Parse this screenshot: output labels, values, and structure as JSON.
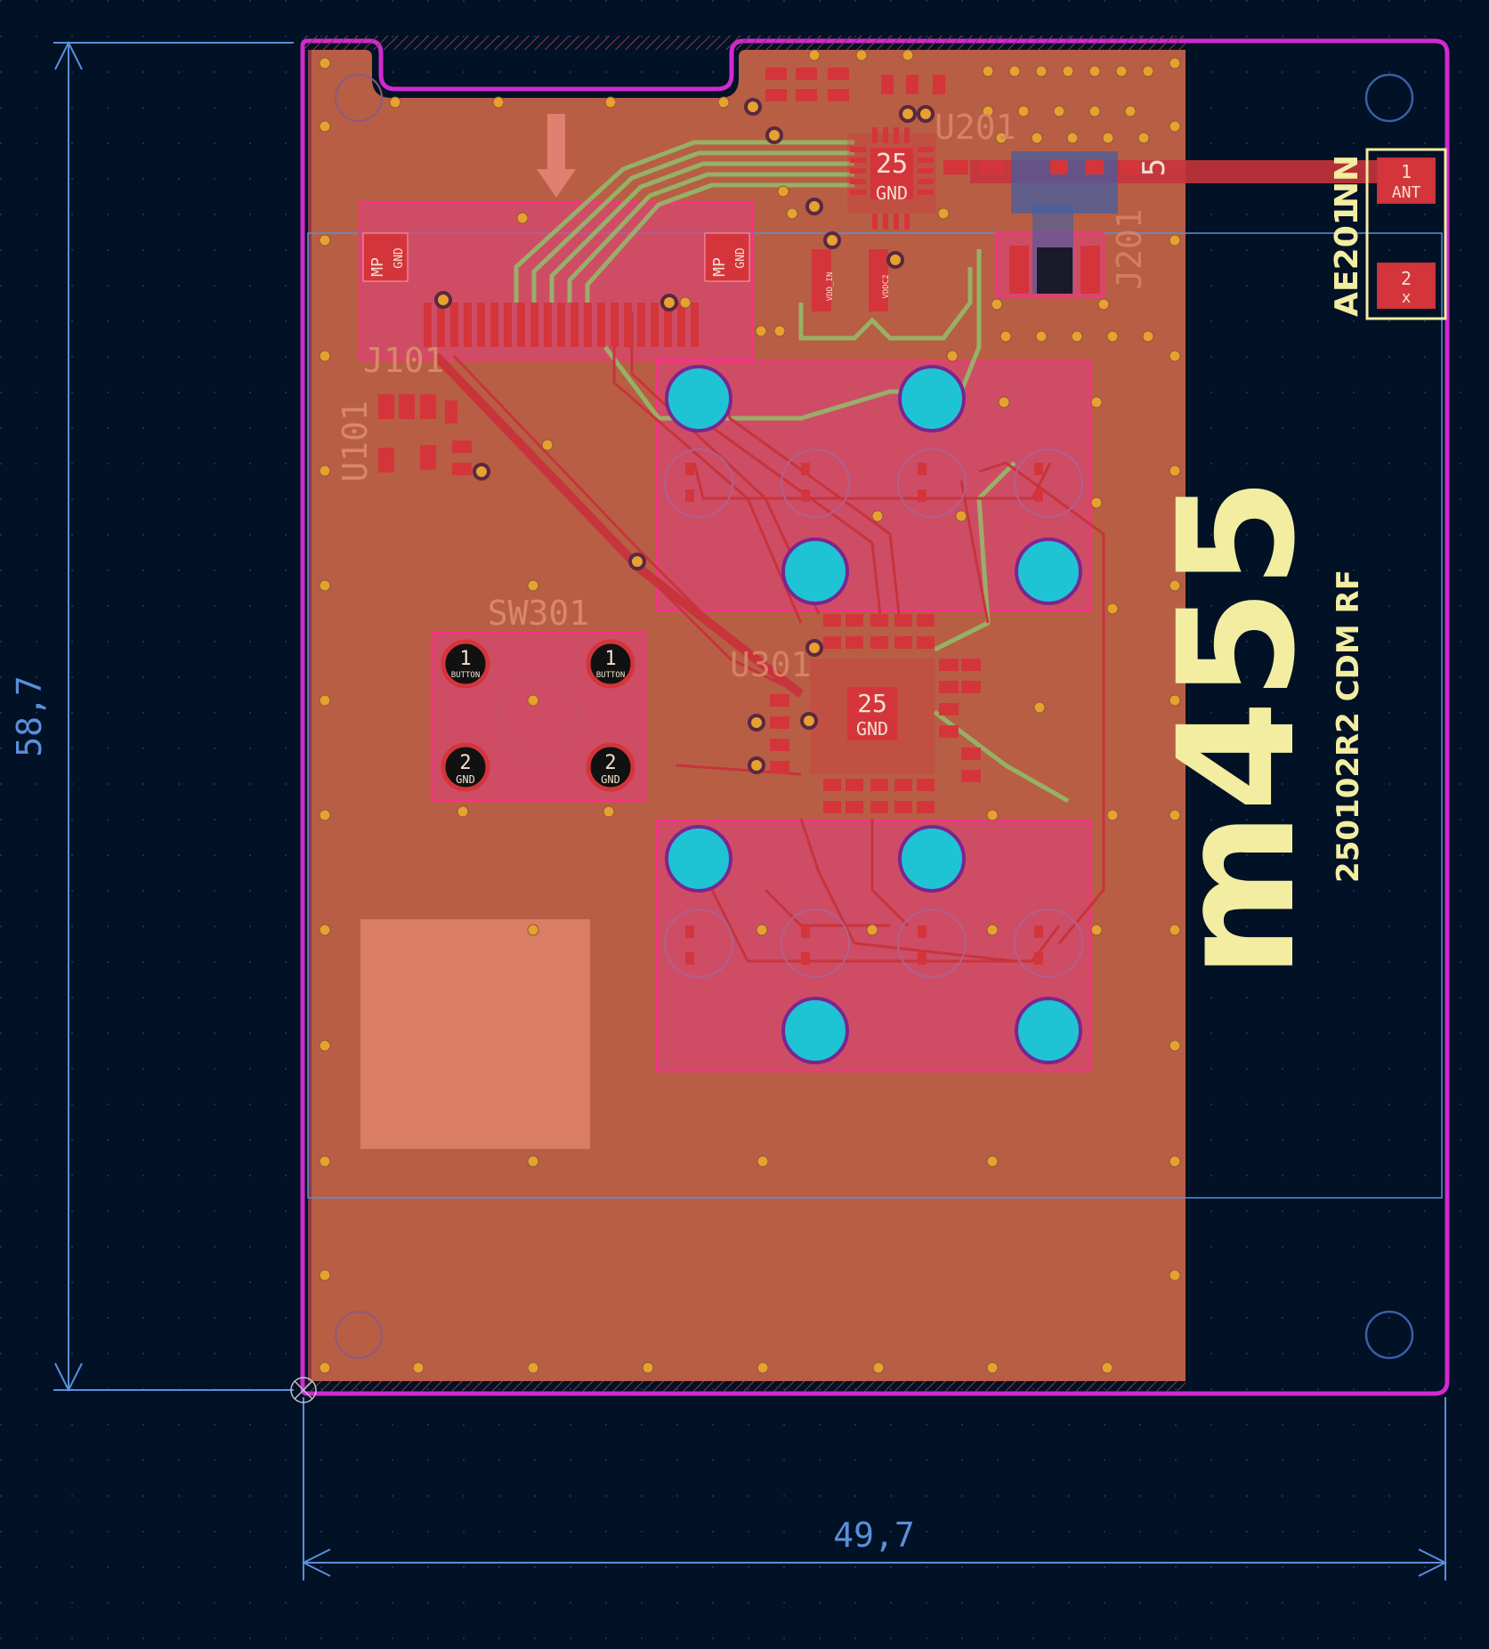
{
  "app": "KiCad PCB Editor",
  "colors": {
    "background": "#011126",
    "board_copper": "#B85E45",
    "board_edge": "#D02AD0",
    "dimension": "#5A8FD8",
    "silkscreen": "#F2EDA1",
    "pad": "#D4353B",
    "via_fill": "#1FC4D4",
    "track_front": "#C8343C",
    "track_inner": "#8FBF6A",
    "courtyard": "#FF2E8C",
    "ref_text": "#D9876A"
  },
  "dimensions": {
    "height_label": "58,7",
    "width_label": "49,7"
  },
  "references": {
    "j101": "J101",
    "u101": "U101",
    "sw301": "SW301",
    "u301": "U301",
    "u201": "U201",
    "j201": "J201",
    "ae201": "AE201"
  },
  "silkscreen": {
    "logo": "m455",
    "revision": "250102R2 CDM RF",
    "ant_pad_num": "1",
    "ant_pad_name": "ANT",
    "x_pad_num": "2",
    "x_pad_name": "x",
    "ae_suffix": "NN",
    "j201_fragment": "5"
  },
  "pads": {
    "center_num": "25",
    "center_name": "GND",
    "mp": "MP",
    "gnd": "GND",
    "button_num": "1",
    "button_name": "BUTTON",
    "gnd_num": "2",
    "vdd_in": "VDD_IN",
    "vddc2": "VDDC2"
  }
}
